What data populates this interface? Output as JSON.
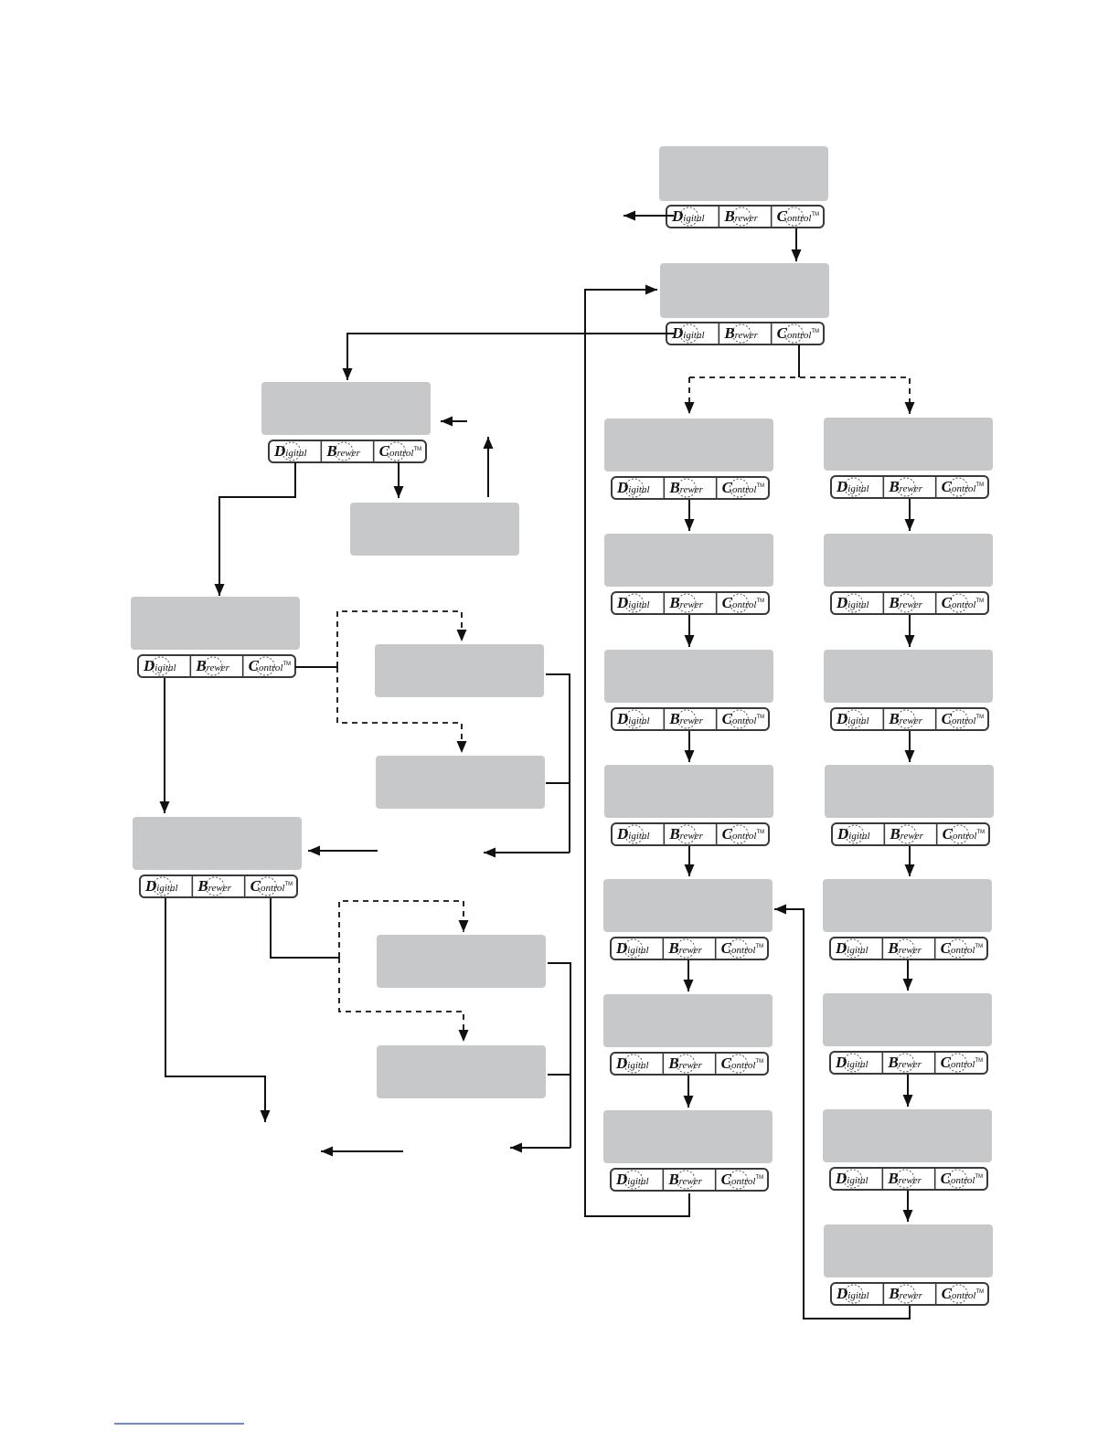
{
  "buttons": {
    "left": {
      "cap": "D",
      "rest": "igital"
    },
    "middle": {
      "cap": "B",
      "rest": "rewer"
    },
    "right": {
      "cap": "C",
      "rest": "ontrol",
      "tm": "TM"
    }
  },
  "colors": {
    "screen": "#c7c8ca",
    "line": "#111111",
    "footer_rule": "#3a5bd0"
  }
}
